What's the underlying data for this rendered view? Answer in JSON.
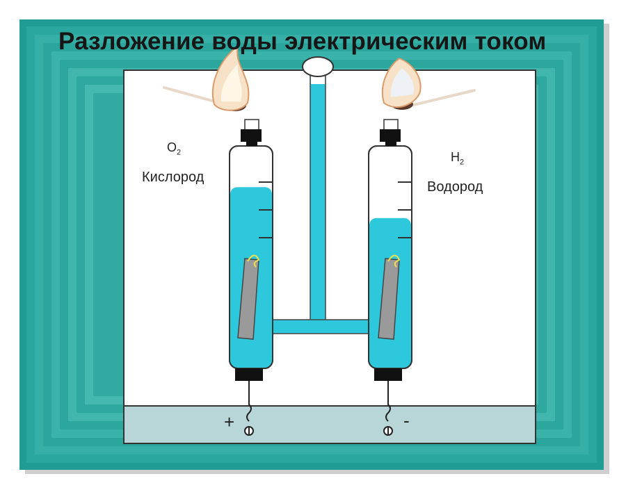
{
  "title": "Разложение воды электрическим током",
  "left_gas": {
    "formula": "O",
    "subscript": "2",
    "name": "Кислород"
  },
  "right_gas": {
    "formula": "H",
    "subscript": "2",
    "name": "Водород"
  },
  "electrodes": {
    "anode_sign": "+",
    "cathode_sign": "-"
  },
  "colors": {
    "teal_frame": "#2aa59c",
    "water": "#2ec8dc",
    "electrode": "#9a9a9a",
    "tray": "#b8d6d8",
    "cap": "#111111"
  },
  "left_tube_fill_fraction": 0.82,
  "right_tube_fill_fraction": 0.68
}
